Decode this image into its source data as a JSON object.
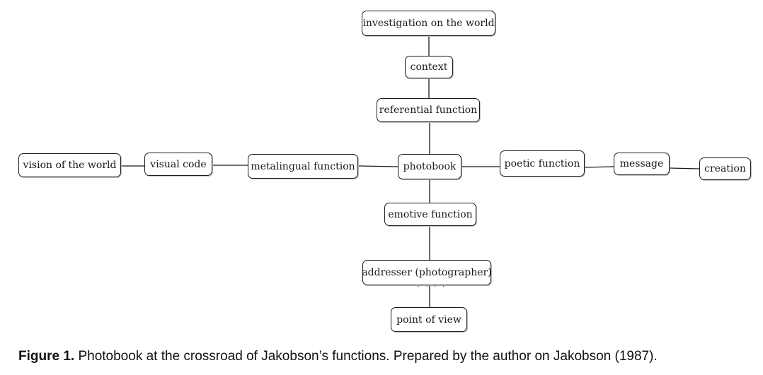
{
  "diagram": {
    "nodes": {
      "investigation": "investigation on the world",
      "context": "context",
      "referential": "referential function",
      "photobook": "photobook",
      "emotive": "emotive function",
      "addresser": "addresser (photographer)",
      "point_of_view": "point of view",
      "metalingual": "metalingual function",
      "visual_code": "visual code",
      "vision": "vision of the world",
      "poetic": "poetic function",
      "message": "message",
      "creation": "creation"
    },
    "dots": ". . . ."
  },
  "caption": {
    "label": "Figure 1.",
    "text": " Photobook at the crossroad of Jakobson’s functions. Prepared by the author on Jakobson (1987)."
  }
}
